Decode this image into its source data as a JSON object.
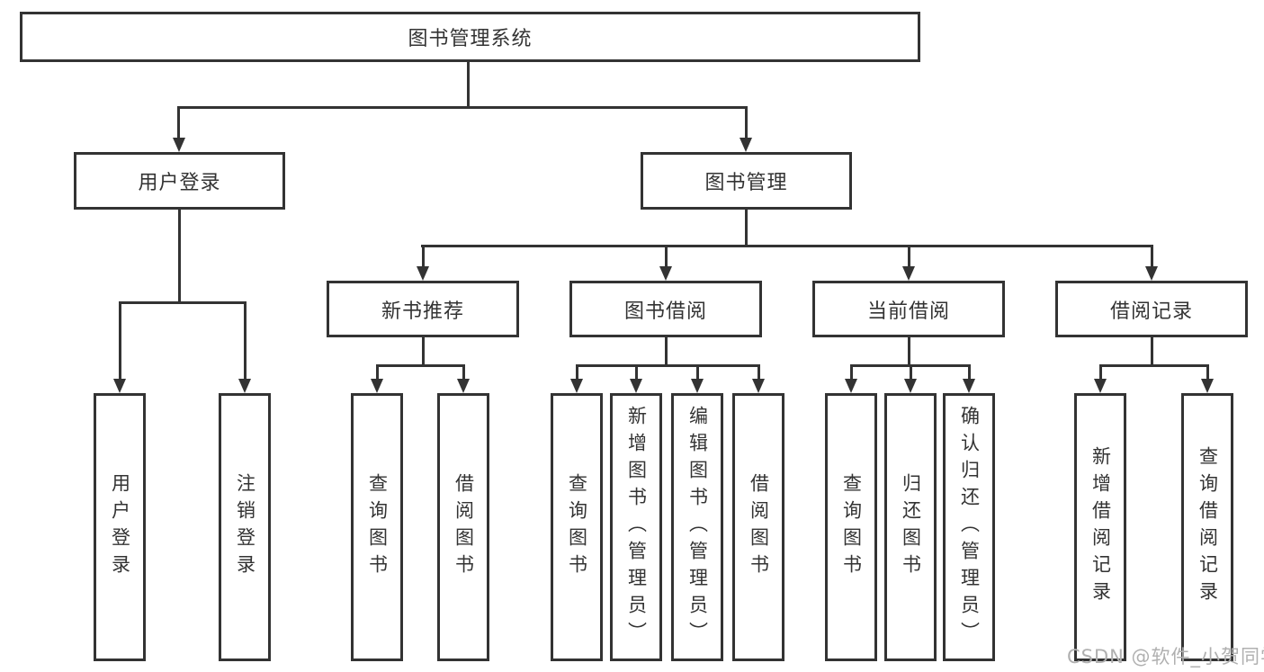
{
  "diagram": {
    "root": {
      "label": "图书管理系统"
    },
    "branches": [
      {
        "label": "用户登录",
        "children": [
          "用户登录",
          "注销登录"
        ]
      },
      {
        "label": "图书管理",
        "sections": [
          {
            "label": "新书推荐",
            "children": [
              "查询图书",
              "借阅图书"
            ]
          },
          {
            "label": "图书借阅",
            "children": [
              "查询图书",
              "新增图书（管理员）",
              "编辑图书（管理员）",
              "借阅图书"
            ]
          },
          {
            "label": "当前借阅",
            "children": [
              "查询图书",
              "归还图书",
              "确认归还（管理员）"
            ]
          },
          {
            "label": "借阅记录",
            "children": [
              "新增借阅记录",
              "查询借阅记录"
            ]
          }
        ]
      }
    ]
  },
  "watermark": {
    "text": "CSDN @软件_小贺同学"
  },
  "colors": {
    "line": "#333333",
    "text": "#333333",
    "watermark": "#b0b0b0",
    "background": "#ffffff"
  }
}
